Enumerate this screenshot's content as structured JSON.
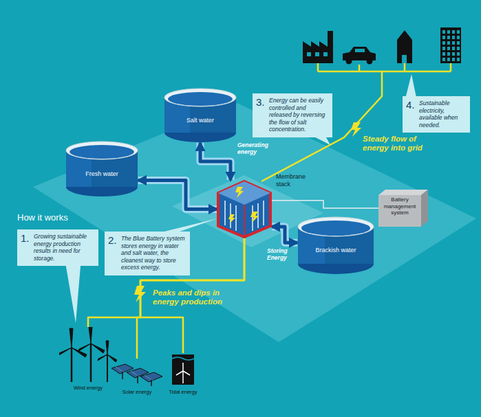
{
  "diagram": {
    "nodes": [
      {
        "text": [
          "3.",
          "Energy can be easily controlled and released by reversing the flow of salt concentration."
        ]
      },
      {
        "text": [
          "4.",
          "Sustainable electricity, available when needed."
        ]
      },
      {
        "text": [
          "Salt water"
        ]
      },
      {
        "text": [
          "Fresh water"
        ]
      },
      {
        "text": [
          "Membrane stack"
        ]
      },
      {
        "text": [
          "Battery management system"
        ]
      },
      {
        "text": [
          "Brackish water"
        ]
      },
      {
        "text": [
          "1.",
          "Growing sustainable energy production results in need for storage."
        ]
      },
      {
        "text": [
          "2.",
          "The Blue Battery system stores energy in water and salt water, the cleanest way to store excess energy."
        ]
      },
      {
        "text": [
          "Wind energy"
        ]
      },
      {
        "text": [
          "Solar energy"
        ]
      },
      {
        "text": [
          "Tidal energy"
        ]
      }
    ],
    "edges": [
      {
        "from": 2,
        "to": 4,
        "arrow": "both"
      },
      {
        "from": 3,
        "to": 4,
        "arrow": "both"
      },
      {
        "from": 6,
        "to": 4,
        "arrow": "both"
      },
      {
        "from": 5,
        "to": 4,
        "arrow": "none"
      },
      {
        "from": 9,
        "to": 4,
        "arrow": "none"
      },
      {
        "from": 10,
        "to": 4,
        "arrow": "none"
      },
      {
        "from": 11,
        "to": 4,
        "arrow": "none"
      }
    ],
    "labels": [
      "Generating energy",
      "Steady flow of energy into grid",
      "How it works",
      "Storing Energy",
      "Peaks and dips in energy production"
    ]
  }
}
